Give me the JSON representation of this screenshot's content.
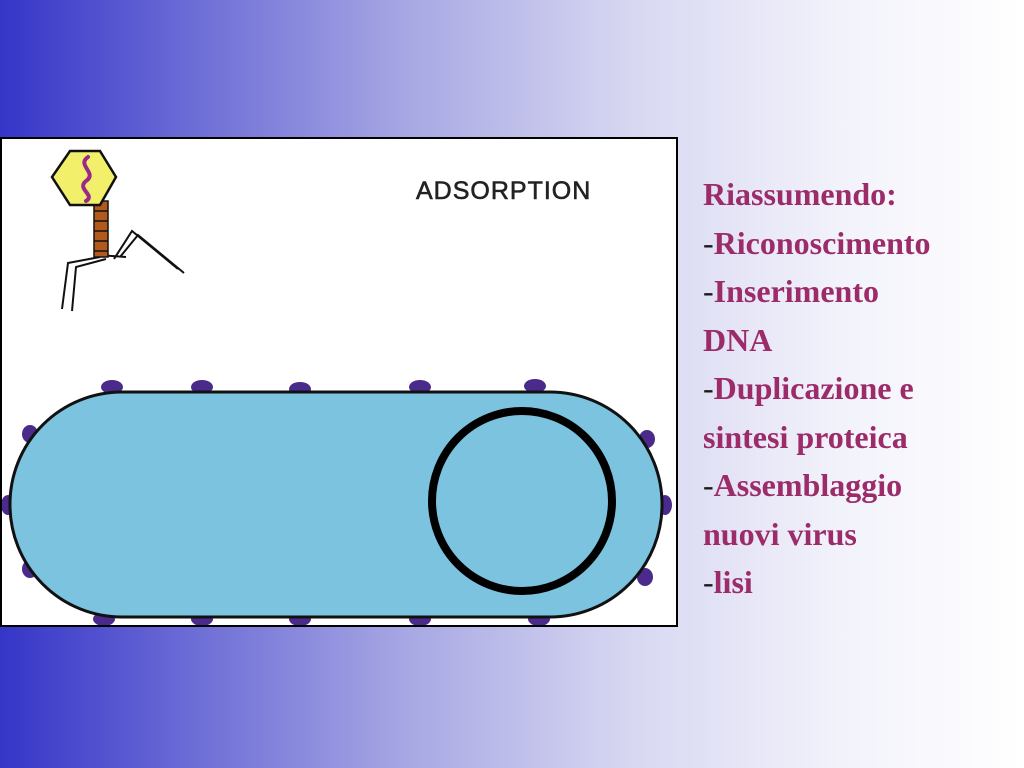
{
  "diagram": {
    "label": "ADSORPTION",
    "colors": {
      "cell_fill": "#7cc3e0",
      "cell_outline": "#111111",
      "receptor": "#4a2a8a",
      "phage_head": "#f2ef6a",
      "phage_dna": "#9a2a8a",
      "phage_tail": "#b25a1e"
    }
  },
  "summary": {
    "title": "Riassumendo:",
    "items": [
      {
        "dash": "-",
        "text": "Riconoscimento"
      },
      {
        "dash": "-",
        "text": "Inserimento"
      },
      {
        "dash": "",
        "text": "DNA"
      },
      {
        "dash": "-",
        "text": "Duplicazione e"
      },
      {
        "dash": "",
        "text": "sintesi proteica"
      },
      {
        "dash": "-",
        "text": "Assemblaggio"
      },
      {
        "dash": "",
        "text": "nuovi virus"
      },
      {
        "dash": "-",
        "text": "lisi"
      }
    ],
    "color": "#9c2b6a"
  }
}
